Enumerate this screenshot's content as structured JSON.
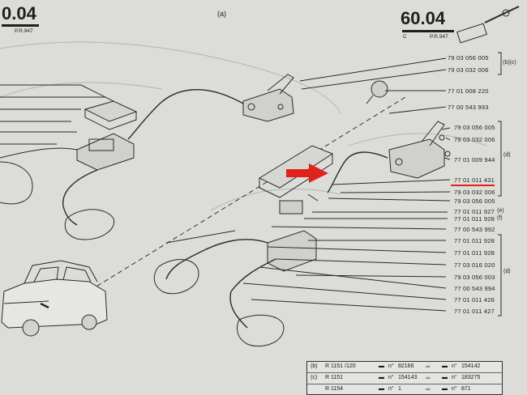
{
  "header": {
    "left_page": "0.04",
    "left_ref": "P.R.947",
    "center_label": "(a)",
    "right_page": "60.04",
    "right_letter": "C",
    "right_ref": "P.R.947"
  },
  "part_numbers": [
    "79 03 056 005",
    "79 03 032 006",
    "77 01 008 220",
    "77 00 543 993",
    "79 03 056 005",
    "79 03 032 006",
    "77 01 009 944",
    "77 01 011 431",
    "79 03 032 006",
    "79 03 056 005",
    "77 01 011 927",
    "77 01 011 928",
    "77 00 543 992",
    "77 01 011 928",
    "77 01 011 928",
    "77 03 016 020",
    "79 03 056 003",
    "77 00 543 994",
    "77 01 011 426",
    "77 01 011 427"
  ],
  "group_labels": {
    "bc": "(b)(c)",
    "d1": "(d)",
    "e": "(e)",
    "f": "(f)",
    "d2": "(d)"
  },
  "table": {
    "rows": [
      {
        "key": "(b)",
        "model": "R 1151 /120",
        "from_prefix": "n°",
        "from": "82166",
        "to_prefix": "n°",
        "to": "154142"
      },
      {
        "key": "(c)",
        "model": "R 1151",
        "from_prefix": "n°",
        "from": "154143",
        "to_prefix": "n°",
        "to": "183275"
      },
      {
        "key": "",
        "model": "R 1154",
        "from_prefix": "n°",
        "from": "1",
        "to_prefix": "n°",
        "to": "871"
      }
    ]
  },
  "colors": {
    "paper": "#dcdcd8",
    "ink": "#1e1e1e",
    "highlight": "#e0221c"
  }
}
